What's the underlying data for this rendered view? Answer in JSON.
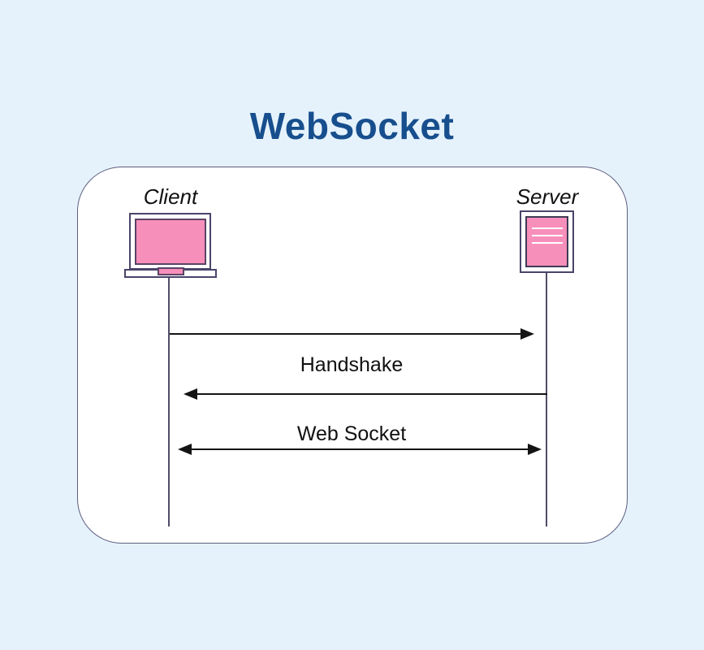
{
  "page": {
    "title": "WebSocket"
  },
  "diagram": {
    "client": {
      "label": "Client",
      "icon": "monitor-icon"
    },
    "server": {
      "label": "Server",
      "icon": "server-icon"
    },
    "messages": [
      {
        "label": "Handshake",
        "type": "request-response",
        "arrows": [
          "client-to-server",
          "server-to-client"
        ]
      },
      {
        "label": "Web Socket",
        "type": "bidirectional",
        "arrows": [
          "both-directions"
        ]
      }
    ]
  },
  "colors": {
    "background": "#E5F2FC",
    "title_blue": "#174E8D",
    "card_background": "#FFFFFF",
    "card_border": "#5E5E80",
    "accent_pink": "#F78FBB",
    "icon_outline": "#49456A",
    "screen_outline": "#5B4365",
    "lifeline": "#4F4D68",
    "arrow": "#141414",
    "text": "#111111"
  }
}
